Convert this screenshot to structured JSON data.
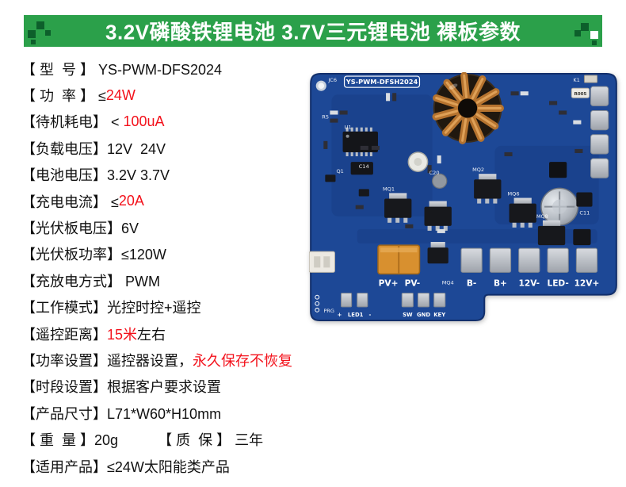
{
  "header": {
    "title": "3.2V磷酸铁锂电池 3.7V三元锂电池 裸板参数"
  },
  "colors": {
    "header_green": "#2ba04a",
    "deco_dark_green": "#0d5f2b",
    "highlight_red": "#f3111b",
    "board_blue": "#1d4896",
    "copper": "#b5732f"
  },
  "specs": [
    {
      "segments": [
        {
          "text": "【 型  号 】 YS-PWM-DFS2024",
          "color": "#111111"
        }
      ]
    },
    {
      "segments": [
        {
          "text": "【 功  率 】 ≤",
          "color": "#111111"
        },
        {
          "text": "24W",
          "color": "#f3111b"
        }
      ]
    },
    {
      "segments": [
        {
          "text": "【待机耗电】 < ",
          "color": "#111111"
        },
        {
          "text": "100uA",
          "color": "#f3111b"
        }
      ]
    },
    {
      "segments": [
        {
          "text": "【负载电压】12V  24V",
          "color": "#111111"
        }
      ]
    },
    {
      "segments": [
        {
          "text": "【电池电压】3.2V 3.7V",
          "color": "#111111"
        }
      ]
    },
    {
      "segments": [
        {
          "text": "【充电电流】 ≤",
          "color": "#111111"
        },
        {
          "text": "20A",
          "color": "#f3111b"
        }
      ]
    },
    {
      "segments": [
        {
          "text": "【光伏板电压】6V",
          "color": "#111111"
        }
      ]
    },
    {
      "segments": [
        {
          "text": "【光伏板功率】≤120W",
          "color": "#111111"
        }
      ]
    },
    {
      "segments": [
        {
          "text": "【充放电方式】 PWM",
          "color": "#111111"
        }
      ]
    },
    {
      "segments": [
        {
          "text": "【工作模式】光控时控+遥控",
          "color": "#111111"
        }
      ]
    },
    {
      "segments": [
        {
          "text": "【遥控距离】",
          "color": "#111111"
        },
        {
          "text": "15米",
          "color": "#f3111b"
        },
        {
          "text": "左右",
          "color": "#111111"
        }
      ]
    },
    {
      "segments": [
        {
          "text": "【功率设置】遥控器设置，",
          "color": "#111111"
        },
        {
          "text": "永久保存不恢复",
          "color": "#f3111b"
        }
      ]
    },
    {
      "segments": [
        {
          "text": "【时段设置】根据客户要求设置",
          "color": "#111111"
        }
      ]
    },
    {
      "segments": [
        {
          "text": "【产品尺寸】L71*W60*H10mm",
          "color": "#111111"
        }
      ]
    },
    {
      "segments": [
        {
          "text": "【 重  量 】20g",
          "color": "#111111"
        },
        {
          "text": "          ",
          "color": "#111111"
        },
        {
          "text": "【 质  保 】 三年",
          "color": "#111111"
        }
      ]
    },
    {
      "segments": [
        {
          "text": "【适用产品】≤24W太阳能类产品",
          "color": "#111111"
        }
      ]
    }
  ],
  "board": {
    "model": "YS-PWM-DFSH2024",
    "pads": [
      "PV+",
      "PV-",
      "B-",
      "B+",
      "12V-",
      "LED-",
      "12V+"
    ],
    "prg": "PRG",
    "plus": "+",
    "led1": "LED1",
    "minus": "-",
    "aux": [
      "SW",
      "GND",
      "KEY"
    ],
    "silk": [
      "JC6",
      "U1",
      "R5",
      "C14",
      "Q1",
      "MQ1",
      "C20",
      "MQ2",
      "MQ6",
      "MQ8",
      "C11",
      "K1",
      "R005",
      "MQ4"
    ]
  }
}
